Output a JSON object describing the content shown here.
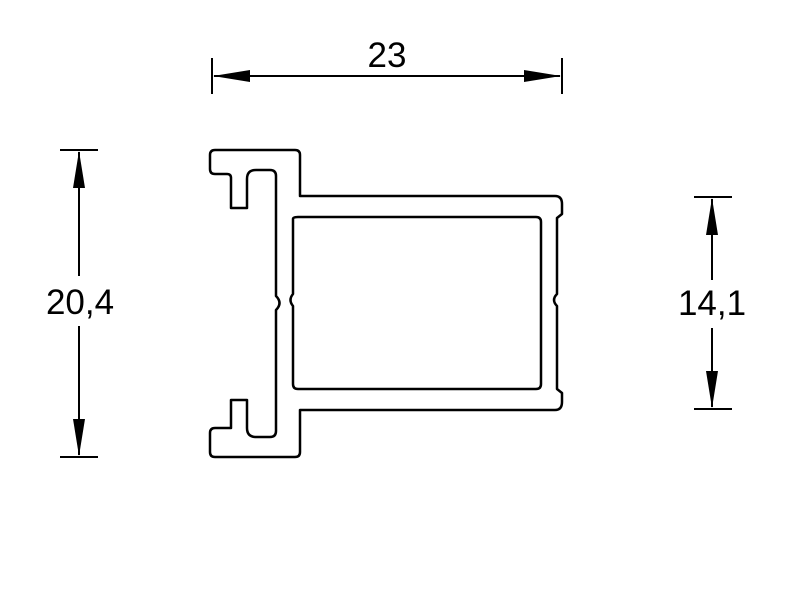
{
  "dimensions": {
    "width": {
      "label": "23"
    },
    "height_total": {
      "label": "20,4"
    },
    "height_box": {
      "label": "14,1"
    }
  },
  "colors": {
    "line": "#000000",
    "background": "#ffffff"
  }
}
